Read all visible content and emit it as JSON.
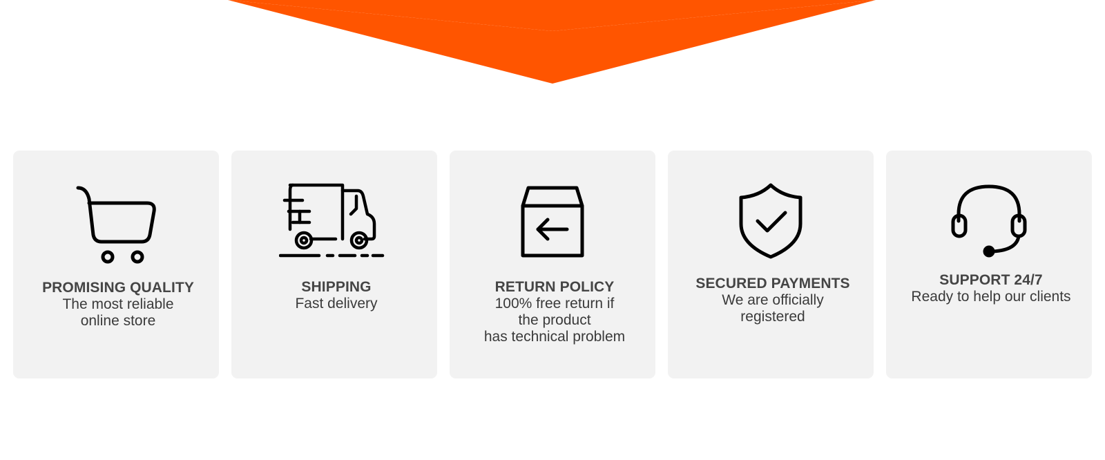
{
  "banner": {
    "arrow_color": "#FF5500"
  },
  "features": [
    {
      "icon": "shopping-cart-icon",
      "title": "PROMISING QUALITY",
      "description": "The most reliable\nonline store"
    },
    {
      "icon": "delivery-truck-icon",
      "title": "SHIPPING",
      "description": "Fast delivery"
    },
    {
      "icon": "return-box-icon",
      "title": "RETURN POLICY",
      "description": "100% free return if\nthe product\nhas technical problem"
    },
    {
      "icon": "shield-check-icon",
      "title": "SECURED PAYMENTS",
      "description": "We are officially\nregistered"
    },
    {
      "icon": "headset-icon",
      "title": "SUPPORT 24/7",
      "description": "Ready to help our clients"
    }
  ]
}
